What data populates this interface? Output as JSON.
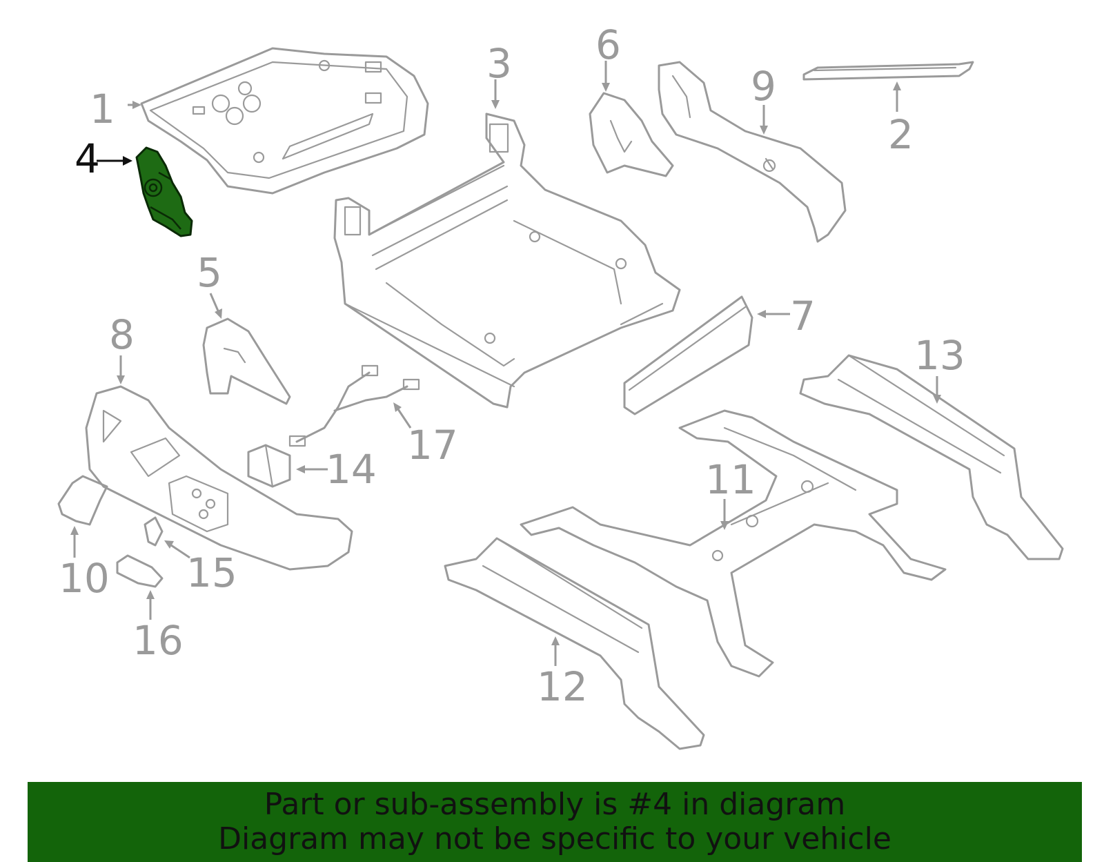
{
  "diagram": {
    "highlighted_part": "4",
    "callouts": {
      "c1": "1",
      "c2": "2",
      "c3": "3",
      "c4": "4",
      "c5": "5",
      "c6": "6",
      "c7": "7",
      "c8": "8",
      "c9": "9",
      "c10": "10",
      "c11": "11",
      "c12": "12",
      "c13": "13",
      "c14": "14",
      "c15": "15",
      "c16": "16",
      "c17": "17"
    },
    "colors": {
      "line": "#9a9a9a",
      "highlight": "#1e6b14",
      "banner": "#13640a"
    }
  },
  "banner": {
    "line1": "Part or sub-assembly is #4 in diagram",
    "line2": "Diagram may not be specific to your vehicle"
  }
}
